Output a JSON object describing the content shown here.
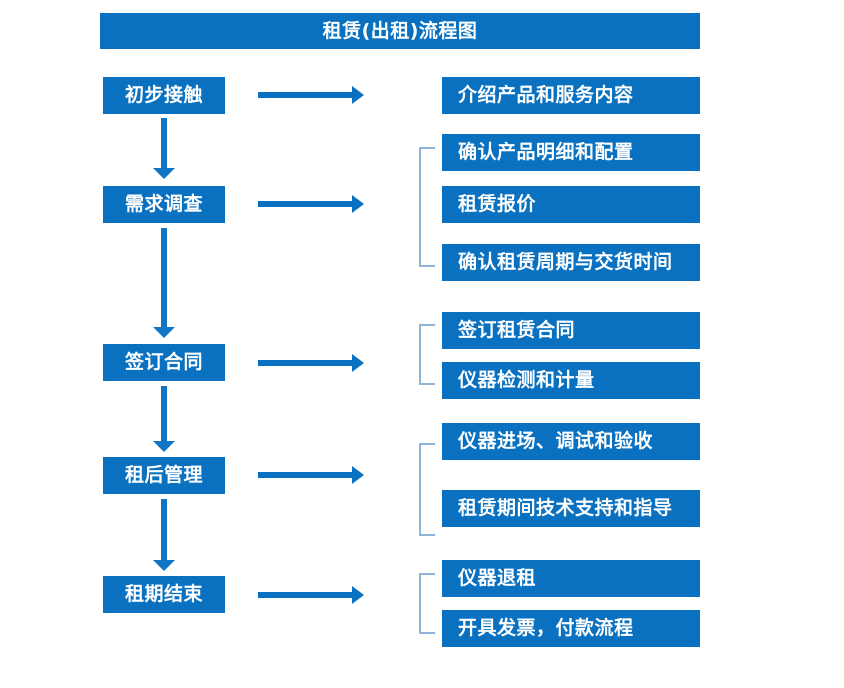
{
  "diagram": {
    "title": "租赁(出租)流程图",
    "accent_color": "#0A71C0",
    "bracket_color": "#8FB4D9",
    "arrow_color": "#0A71C0",
    "text_color": "#FFFFFF",
    "background_color": "#FFFFFF"
  },
  "stages": [
    {
      "id": "stage-1",
      "label": "初步接触"
    },
    {
      "id": "stage-2",
      "label": "需求调查"
    },
    {
      "id": "stage-3",
      "label": "签订合同"
    },
    {
      "id": "stage-4",
      "label": "租后管理"
    },
    {
      "id": "stage-5",
      "label": "租期结束"
    }
  ],
  "details": {
    "group1": [
      {
        "label": "介绍产品和服务内容"
      }
    ],
    "group2": [
      {
        "label": "确认产品明细和配置"
      },
      {
        "label": "租赁报价"
      },
      {
        "label": "确认租赁周期与交货时间"
      }
    ],
    "group3": [
      {
        "label": "签订租赁合同"
      },
      {
        "label": "仪器检测和计量"
      }
    ],
    "group4": [
      {
        "label": "仪器进场、调试和验收"
      },
      {
        "label": "租赁期间技术支持和指导"
      }
    ],
    "group5": [
      {
        "label": "仪器退租"
      },
      {
        "label": "开具发票，付款流程"
      }
    ]
  },
  "chart_data": {
    "type": "table",
    "title": "租赁(出租)流程图",
    "categories": [
      "初步接触",
      "需求调查",
      "签订合同",
      "租后管理",
      "租期结束"
    ],
    "series": [
      {
        "name": "初步接触",
        "values": [
          "介绍产品和服务内容"
        ]
      },
      {
        "name": "需求调查",
        "values": [
          "确认产品明细和配置",
          "租赁报价",
          "确认租赁周期与交货时间"
        ]
      },
      {
        "name": "签订合同",
        "values": [
          "签订租赁合同",
          "仪器检测和计量"
        ]
      },
      {
        "name": "租后管理",
        "values": [
          "仪器进场、调试和验收",
          "租赁期间技术支持和指导"
        ]
      },
      {
        "name": "租期结束",
        "values": [
          "仪器退租",
          "开具发票，付款流程"
        ]
      }
    ]
  }
}
